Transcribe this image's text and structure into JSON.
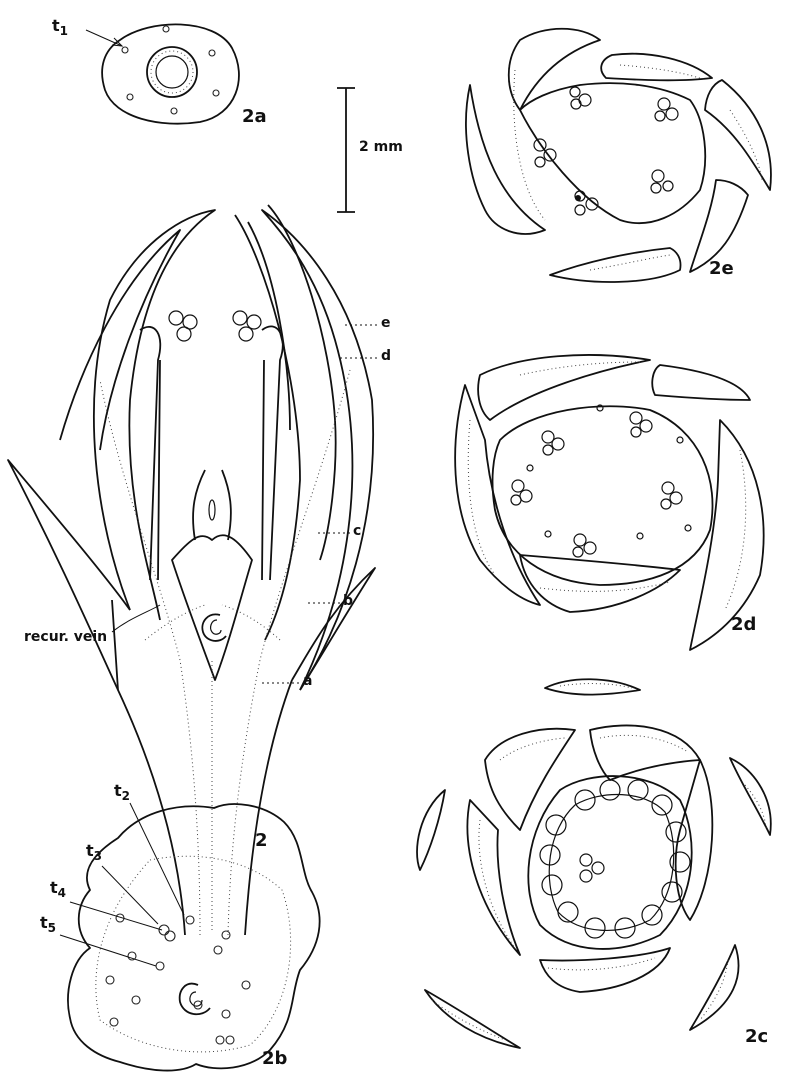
{
  "figures": {
    "fig_2a": {
      "label": "2a",
      "callouts": [
        {
          "text": "t",
          "sub": "1"
        }
      ]
    },
    "fig_2": {
      "label": "2",
      "callouts": [
        "e",
        "d",
        "c",
        "b",
        "a"
      ],
      "vein_label": "recur. vein"
    },
    "fig_2b": {
      "label": "2b",
      "callouts": [
        {
          "text": "t",
          "sub": "2"
        },
        {
          "text": "t",
          "sub": "3"
        },
        {
          "text": "t",
          "sub": "4"
        },
        {
          "text": "t",
          "sub": "5"
        }
      ]
    },
    "fig_2c": {
      "label": "2c"
    },
    "fig_2d": {
      "label": "2d"
    },
    "fig_2e": {
      "label": "2e"
    }
  },
  "scale_bar": {
    "label": "2 mm"
  }
}
